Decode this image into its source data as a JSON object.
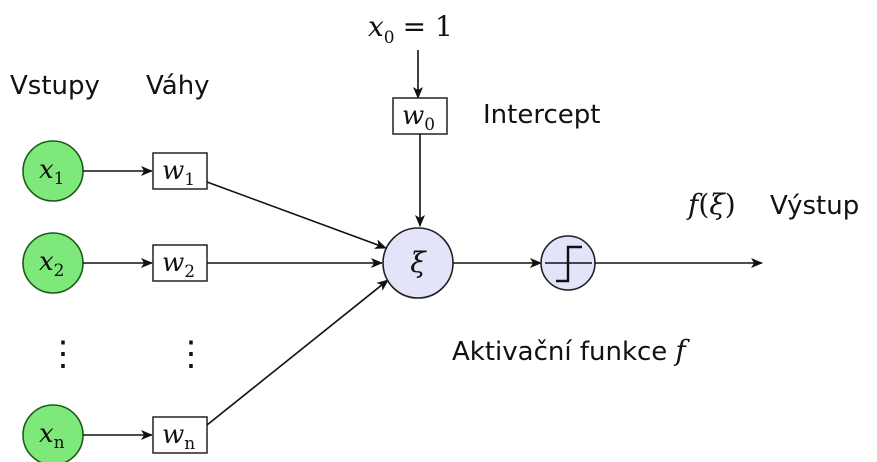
{
  "labels": {
    "inputs_header": "Vstupy",
    "weights_header": "Váhy",
    "intercept": "Intercept",
    "activation_prefix": "Aktivační funkce",
    "activation_symbol": "f",
    "output": "Výstup"
  },
  "bias_input": {
    "var": "x",
    "sub": "0",
    "eq": "= 1"
  },
  "bias_weight": {
    "var": "w",
    "sub": "0"
  },
  "inputs": [
    {
      "var": "x",
      "sub": "1"
    },
    {
      "var": "x",
      "sub": "2"
    },
    {
      "var": "x",
      "sub": "n"
    }
  ],
  "weights": [
    {
      "var": "w",
      "sub": "1"
    },
    {
      "var": "w",
      "sub": "2"
    },
    {
      "var": "w",
      "sub": "n"
    }
  ],
  "sum_node": {
    "symbol": "ξ"
  },
  "output_expr": {
    "fn": "f",
    "open": "(",
    "arg": "ξ",
    "close": ")"
  },
  "dots": "⋮",
  "colors": {
    "input_fill": "#7ee87a",
    "input_stroke": "#1a5c1a",
    "sum_fill": "#e3e3fa",
    "activation_fill": "#e3e3fa",
    "node_stroke": "#222222"
  }
}
